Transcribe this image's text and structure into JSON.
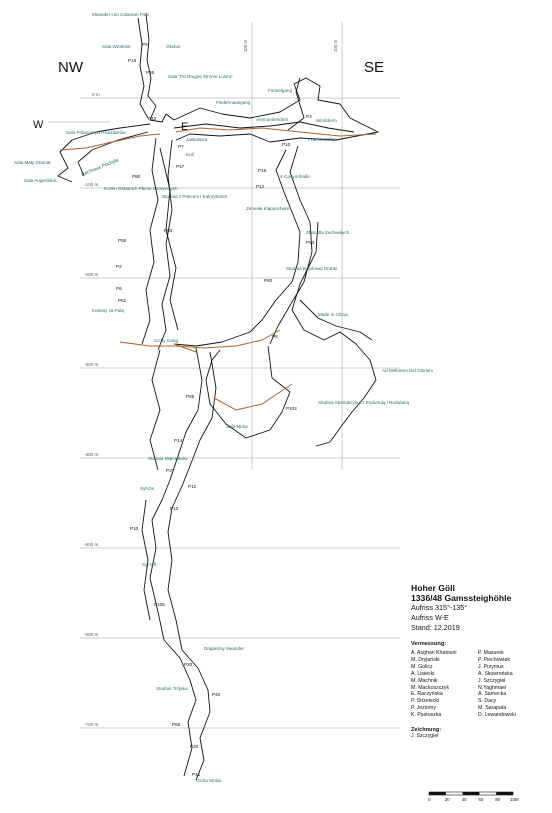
{
  "directions": {
    "nw": "NW",
    "se": "SE",
    "w": "W",
    "e": "E"
  },
  "depth_labels": [
    "0 m",
    "-100 m",
    "-200 m",
    "-300 m",
    "-400 m",
    "-500 m",
    "-600 m",
    "-700 m"
  ],
  "horizontal_labels": [
    "100 m",
    "100 m"
  ],
  "places": [
    "Meander con Calamari Fritti",
    "Sala Wtorków",
    "Okulus",
    "Sala \"Po Drugiej Stronie Lustra\"",
    "Fledermausgang",
    "Fonselgang",
    "Ammonitendom",
    "Windderm",
    "Prachtsstollen",
    "Sala Połamanych Hacbłoków",
    "Sala Mały Dramat",
    "Sala Augenblick",
    "Jaskowica",
    "Koń",
    "4-Canyonhalle",
    "Zerwała Klappschere",
    "Koniin Ostatnich Płęctu Spotywnych",
    "Studnia z Pekcem i Kalorytorem",
    "Złoto dla Zuchwałych",
    "Studnia Bojolowej Drobki",
    "Kominy za Pałą",
    "Made in China",
    "Cichy Gang",
    "Ad Meliorem Del Glorism",
    "Studnia Abstrakcyjna z Podurtulą i Rozwianą",
    "Sala Mirka",
    "Studnia Mięczaków",
    "Syf-On",
    "Syf-Off",
    "Drapieżny Meander",
    "Studnia Trójska",
    "Cicha Woda"
  ],
  "pitches": [
    "P9",
    "P15",
    "P35",
    "P43",
    "P3",
    "P10",
    "P7",
    "P16",
    "P12",
    "P47",
    "P80",
    "P83",
    "P55",
    "P53",
    "P2",
    "P6",
    "P52",
    "P60",
    "P8",
    "P65",
    "P14",
    "P103",
    "P37",
    "P12",
    "P10",
    "P10",
    "P105",
    "P20",
    "P40",
    "P58",
    "P30",
    "P41"
  ],
  "legend": {
    "title": "Hoher Göll",
    "subtitle": "1336/48 Gamssteighöhle",
    "line1": "Aufriss 315°-135°",
    "line2": "Aufriss W-E",
    "line3": "Stand: 12.2019",
    "surveyors_heading": "Vermessung:",
    "surveyors_col1": [
      "A. Asghari Khatouni",
      "M. Dryjański",
      "M. Golicz",
      "A. Lisiecki",
      "M. Machnik",
      "M. Mackoszczyk",
      "E. Raczyńska",
      "P. Strzelecki",
      "P. Jeziorny",
      "K. Pastuszka"
    ],
    "surveyors_col2": [
      "P. Mazurek",
      "P. Piechowiak",
      "J. Przymus",
      "A. Skowrońska",
      "J. Szczygieł",
      "N.Yaghmaei",
      "A. Sarnecka",
      "S. Dacy",
      "M. Sarapata",
      "D. Lewandowski"
    ],
    "drawing_heading": "Zeichnung:",
    "drawing_by": "J. Szczygieł"
  },
  "scale": {
    "ticks": [
      "0",
      "20",
      "40",
      "60",
      "80",
      "100m"
    ]
  },
  "colors": {
    "passage": "#111111",
    "gallery": "#b0632b",
    "labels": "#1f6f6a",
    "grid": "#9a9a9a"
  }
}
